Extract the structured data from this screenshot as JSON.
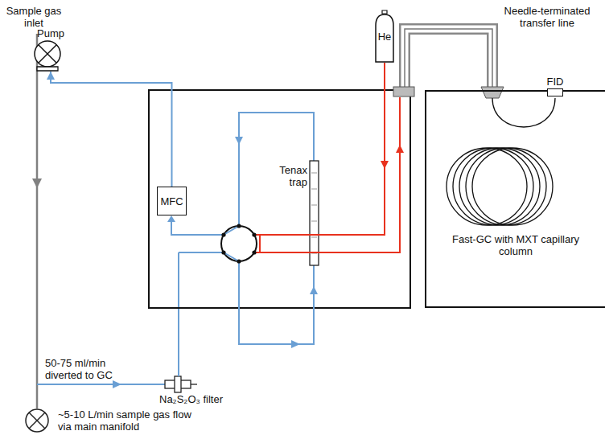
{
  "diagram": {
    "nodes": [
      {
        "text": [
          "Pump"
        ]
      },
      {
        "text": [
          "MFC"
        ]
      },
      {
        "text": [
          "He"
        ]
      },
      {
        "text": [
          "Fast-GC with MXT capillary column"
        ]
      },
      {
        "text": [
          "FID"
        ]
      }
    ],
    "edges": [
      {
        "from": 1,
        "to": 0,
        "arrow": "to"
      }
    ],
    "labels": [
      "Sample gas inlet",
      "Tenax trap",
      "Needle-terminated transfer line",
      "50-75 ml/min diverted to GC",
      "Na₂S₂O₃ filter",
      "~5-10 L/min sample gas flow via main manifold"
    ]
  }
}
